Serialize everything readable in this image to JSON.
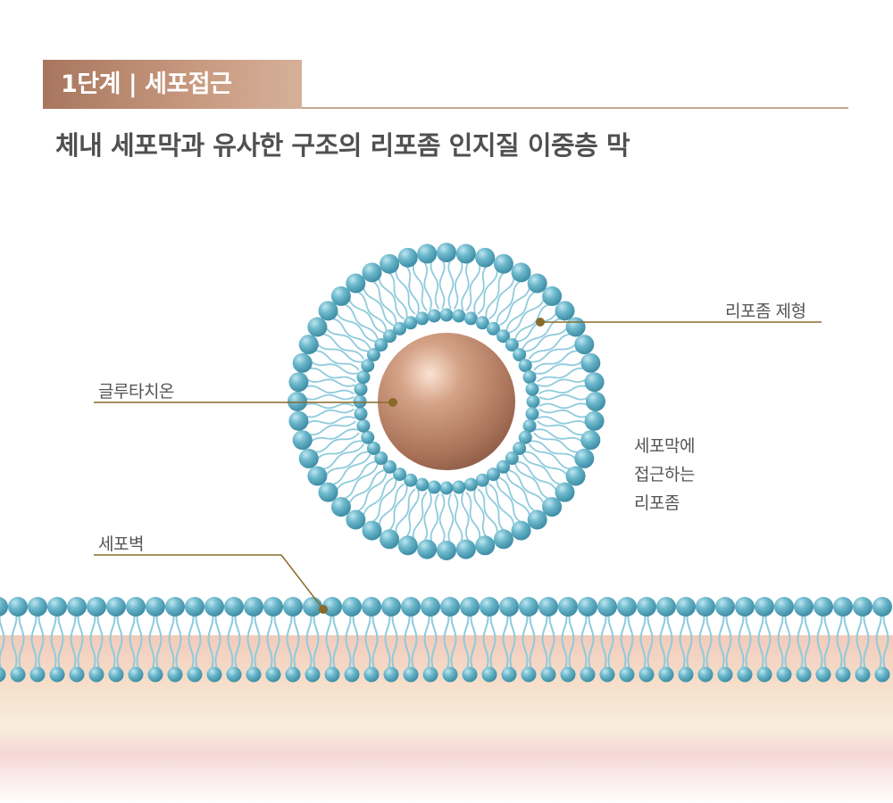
{
  "header": {
    "step_badge": "1단계 | 세포접근",
    "title": "체내 세포막과 유사한 구조의 리포좀 인지질 이중층 막"
  },
  "labels": {
    "liposome_formulation": "리포좀 제형",
    "glutathione": "글루타치온",
    "cell_wall": "세포벽",
    "approaching_line1": "세포막에",
    "approaching_line2": "접근하는",
    "approaching_line3": "리포좀"
  },
  "colors": {
    "head": "#5eaec4",
    "tail": "#8fcbdc",
    "core": "#b8826a",
    "leader": "#8a6a2a",
    "badge": "#b4826a"
  }
}
